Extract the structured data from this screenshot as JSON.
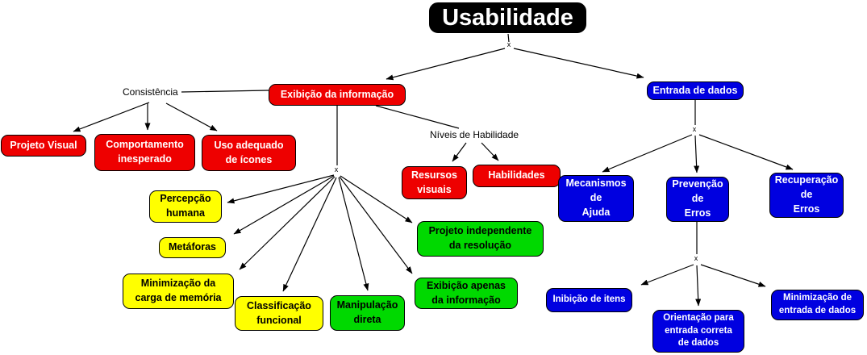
{
  "title": {
    "label": "Usabilidade"
  },
  "junction_label": "x",
  "link_labels": {
    "consistencia": "Consistência",
    "niveis_habilidade": "Níveis de Habilidade"
  },
  "nodes": {
    "exibicao_informacao": "Exibição da informação",
    "entrada_dados": "Entrada de dados",
    "projeto_visual": "Projeto Visual",
    "comportamento_inesperado": "Comportamento\ninesperado",
    "uso_adequado_icones": "Uso adequado\nde ícones",
    "resursos_visuais": "Resursos\nvisuais",
    "habilidades": "Habilidades",
    "percepcao_humana": "Percepção\nhumana",
    "metaforas": "Metáforas",
    "minimizacao_carga_memoria": "Minimização da\ncarga de memória",
    "classificacao_funcional": "Classificação\nfuncional",
    "manipulacao_direta": "Manipulação\ndireta",
    "projeto_independente_resolucao": "Projeto independente\nda resolução",
    "exibicao_apenas_informacao": "Exibição apenas\nda informação",
    "mecanismos_ajuda": "Mecanismos\nde\nAjuda",
    "prevencao_erros": "Prevenção\nde\nErros",
    "recuperacao_erros": "Recuperação\nde\nErros",
    "inibicao_itens": "Inibição de itens",
    "orientacao_entrada_correta": "Orientação para\nentrada correta\nde dados",
    "minimizacao_entrada_dados": "Minimização de\nentrada de dados"
  },
  "colors": {
    "title_bg": "#000000",
    "red": "#ee0000",
    "blue": "#0000e0",
    "yellow": "#ffff00",
    "green": "#00d900",
    "line": "#000000"
  }
}
